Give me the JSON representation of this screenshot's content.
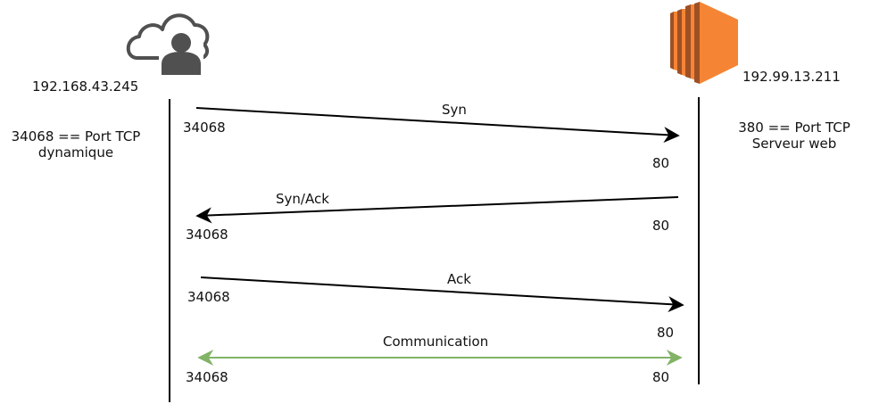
{
  "client": {
    "icon": "cloud-user-icon",
    "ip": "192.168.43.245",
    "port_note_line1": "34068 == Port TCP",
    "port_note_line2": "dynamique"
  },
  "server": {
    "icon": "server-icon",
    "ip": "192.99.13.211",
    "port_note_line1": "380 == Port TCP",
    "port_note_line2": "Serveur web"
  },
  "messages": [
    {
      "label": "Syn",
      "client_port": "34068",
      "server_port": "80",
      "direction": "client-to-server"
    },
    {
      "label": "Syn/Ack",
      "client_port": "34068",
      "server_port": "80",
      "direction": "server-to-client"
    },
    {
      "label": "Ack",
      "client_port": "34068",
      "server_port": "80",
      "direction": "client-to-server"
    },
    {
      "label": "Communication",
      "client_port": "34068",
      "server_port": "80",
      "direction": "bidirectional"
    }
  ],
  "colors": {
    "line": "#000000",
    "communication": "#82b366",
    "server_orange": "#f58534",
    "server_dark": "#9d5025",
    "icon_gray": "#505050"
  }
}
